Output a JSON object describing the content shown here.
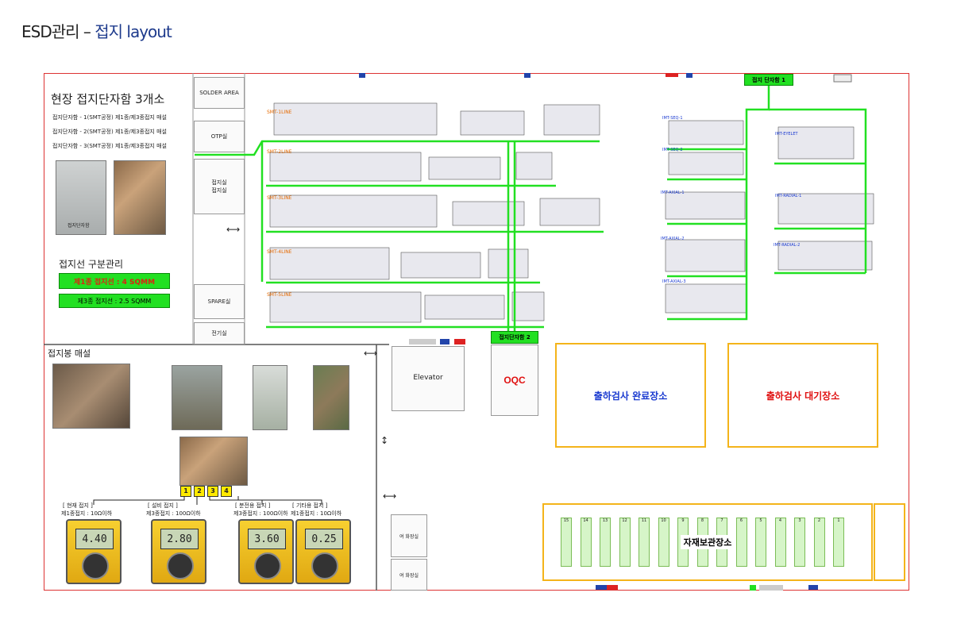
{
  "header": {
    "prefix": "ESD관리 – ",
    "accent": "접지 layout"
  },
  "colors": {
    "accent": "#1d3a8c",
    "ground": "#22e022",
    "zone_border": "#f4b41a",
    "frame": "#dd3333",
    "red_text": "#e01010",
    "blue_text": "#1a3ad0"
  },
  "info": {
    "title": "현장 접지단자함 3개소",
    "lines": [
      "접지단자함 - 1(SMT공정) 제1종/제3종접지 매설",
      "접지단자함 - 2(SMT공정) 제1종/제3종접지 매설",
      "접지단자함 - 3(SMT공정) 제1종/제3종접지 매설"
    ],
    "photo_caption": "접지단자함"
  },
  "legend": {
    "title": "접지선 구분관리",
    "items": [
      "제1종 접지선 : 4 SQMM",
      "제3종 접지선 : 2.5 SQMM"
    ]
  },
  "rooms": {
    "solder_area": "SOLDER AREA",
    "otp": "OTP실",
    "room_a": "접지실",
    "room_b": "접지실",
    "spare": "SPARE실",
    "elec": "전기실",
    "elevator": "Elevator",
    "restroom1": "여 화장실",
    "restroom2": "여 화장실",
    "oqc": "OQC"
  },
  "lines_smt": [
    "SMT-1LINE",
    "SMT-2LINE",
    "SMT-3LINE",
    "SMT-4LINE",
    "SMT-5LINE"
  ],
  "lines_imt": [
    "IMT-SEQ-1",
    "IMT-SEQ-2",
    "IMT-AXIAL-1",
    "IMT-AXIAL-2",
    "IMT-AXIAL-3",
    "IMT-EYELET",
    "IMT-RADIAL-1",
    "IMT-RADIAL-2"
  ],
  "ground_boxes": {
    "box1": "접지 단자함 1",
    "box2": "접지단자함 2"
  },
  "zones": {
    "done": "출하검사 완료장소",
    "wait": "출하검사 대기장소",
    "storage": "자재보관장소"
  },
  "stall_numbers": [
    "15",
    "14",
    "13",
    "12",
    "11",
    "10",
    "9",
    "8",
    "7",
    "6",
    "5",
    "4",
    "3",
    "2",
    "1"
  ],
  "burial": {
    "title": "접지봉 매설",
    "tags": [
      "1",
      "2",
      "3",
      "4"
    ],
    "meters": [
      {
        "label1": "[ 현재 접지 ]",
        "label2": "제1종접지 : 10Ω이하",
        "reading": "4.40"
      },
      {
        "label1": "[ 설비 접지 ]",
        "label2": "제3종접지 : 100Ω이하",
        "reading": "2.80"
      },
      {
        "label1": "[ 분전용 접지 ]",
        "label2": "제3종접지 : 100Ω이하",
        "reading": "3.60"
      },
      {
        "label1": "[ 기타용 접지 ]",
        "label2": "제1종접지 : 10Ω이하",
        "reading": "0.25"
      }
    ]
  }
}
